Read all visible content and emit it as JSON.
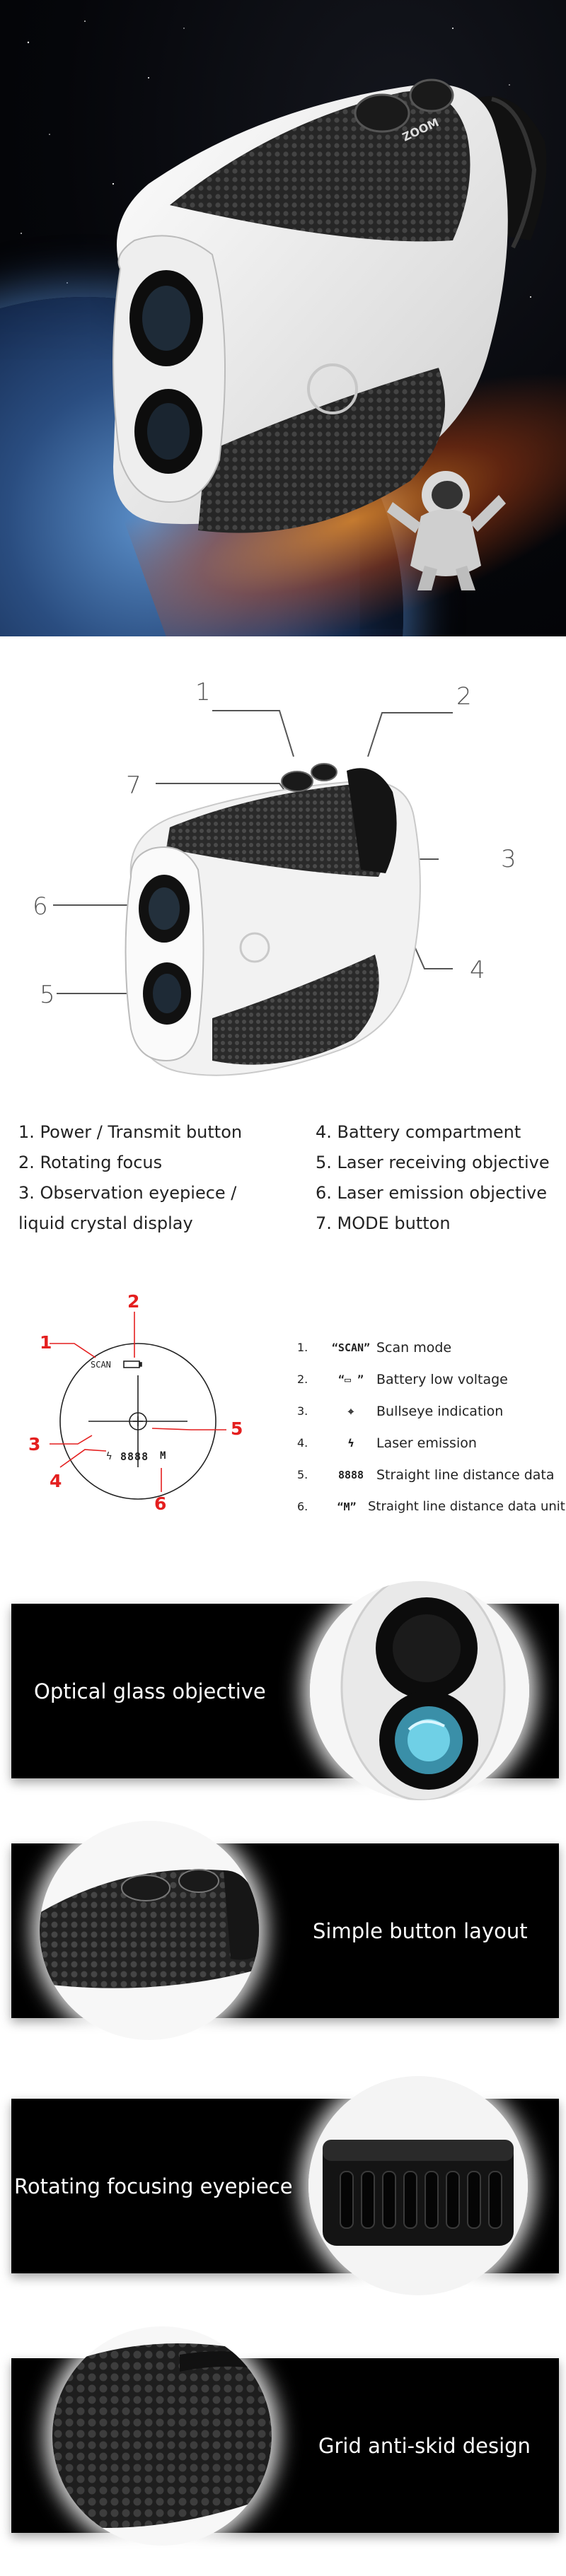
{
  "hero": {
    "brand_text": "ZOOM",
    "colors": {
      "body": "#f4f4f4",
      "grip": "#2b2b2b",
      "space": "#05060a",
      "earth_glow": "#5b8fc9",
      "sun_glow": "#ff9628"
    }
  },
  "parts_diagram": {
    "callouts": [
      "1",
      "2",
      "3",
      "4",
      "5",
      "6",
      "7"
    ],
    "list_left": [
      "1. Power / Transmit button",
      "2. Rotating focus",
      "3. Observation eyepiece /",
      "liquid crystal display"
    ],
    "list_right": [
      "4. Battery compartment",
      "5. Laser receiving objective",
      "6. Laser emission objective",
      "7. MODE button"
    ]
  },
  "display_diagram": {
    "numbers": [
      "1",
      "2",
      "3",
      "4",
      "5",
      "6"
    ],
    "lcd": {
      "scan": "SCAN",
      "digits": "8888",
      "unit": "M"
    },
    "accent": "#e41f1f",
    "legend": [
      {
        "n": "1.",
        "sym": "“SCAN”",
        "desc": "Scan mode"
      },
      {
        "n": "2.",
        "sym": "“▭ ”",
        "desc": "Battery low voltage"
      },
      {
        "n": "3.",
        "sym": "⌖",
        "desc": "Bullseye indication"
      },
      {
        "n": "4.",
        "sym": "ϟ",
        "desc": "Laser emission"
      },
      {
        "n": "5.",
        "sym": "8888",
        "desc": "Straight line distance data"
      },
      {
        "n": "6.",
        "sym": "“M”",
        "desc": "Straight line distance data unit"
      }
    ]
  },
  "features": [
    {
      "label": "Optical glass objective"
    },
    {
      "label": "Simple button layout"
    },
    {
      "label": "Rotating focusing eyepiece"
    },
    {
      "label": "Grid anti-skid design"
    }
  ]
}
